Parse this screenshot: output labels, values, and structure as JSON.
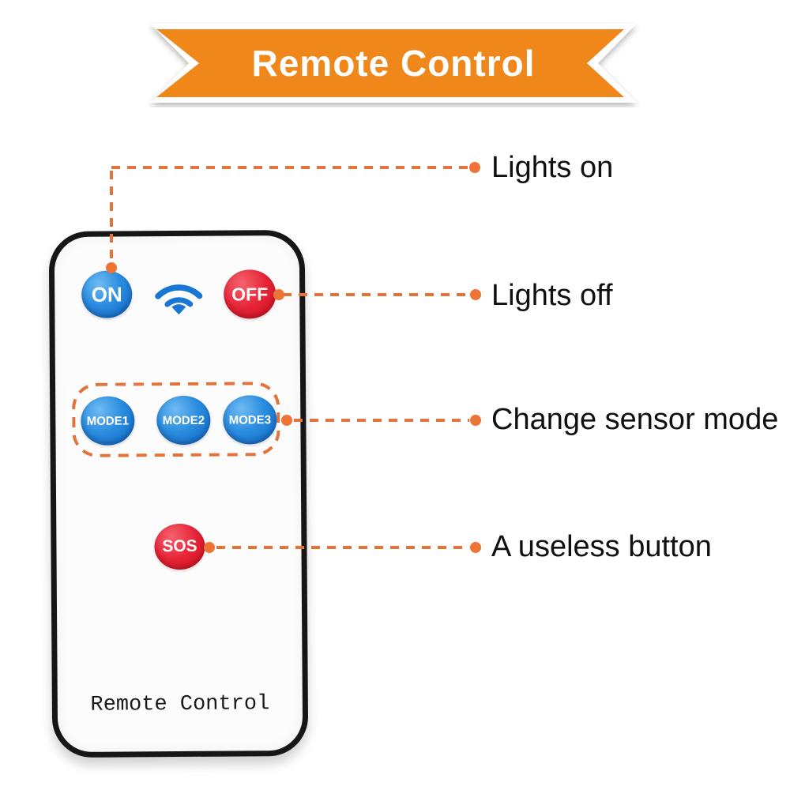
{
  "banner": {
    "title": "Remote Control"
  },
  "remote": {
    "buttons": {
      "on": "ON",
      "off": "OFF",
      "mode1": "MODE1",
      "mode2": "MODE2",
      "mode3": "MODE3",
      "sos": "SOS"
    },
    "label": "Remote Control"
  },
  "annotations": [
    {
      "label": "Lights on"
    },
    {
      "label": "Lights off"
    },
    {
      "label": "Change sensor mode"
    },
    {
      "label": "A useless button"
    }
  ],
  "icons": {
    "wifi": "wifi-signal"
  },
  "colors": {
    "banner_orange": "#f0871b",
    "dash_orange": "#e2733b",
    "dot_orange": "#ee7336",
    "button_blue": "#1877d2",
    "button_red": "#e2182b",
    "remote_border": "#161616",
    "text": "#101010"
  }
}
